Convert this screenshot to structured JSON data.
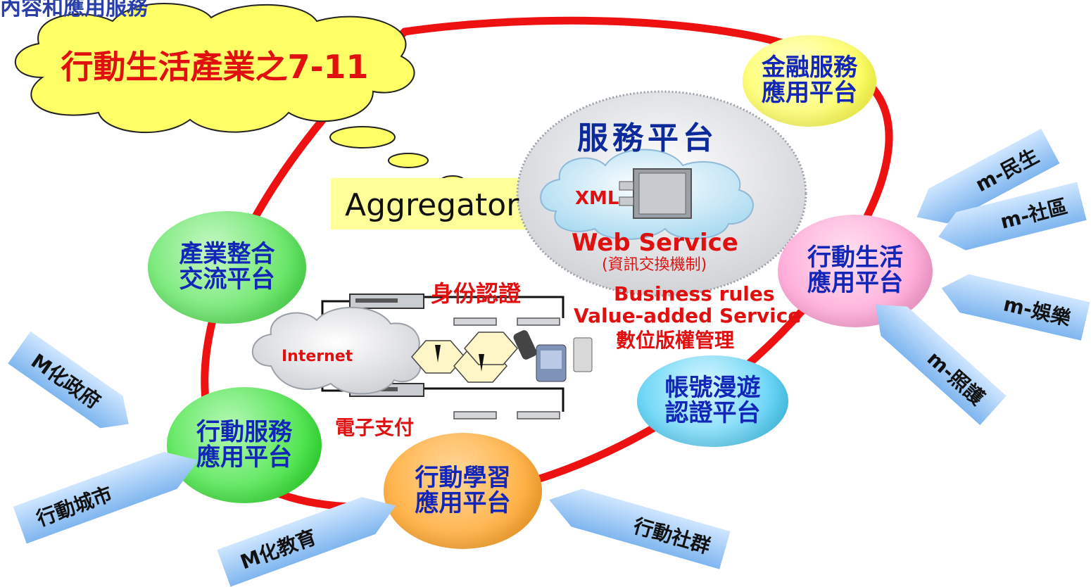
{
  "top_title": "內容和應用服務",
  "cloud_title": "行動生活產業之7-11",
  "aggregator": "Aggregator",
  "service_platform": {
    "title": "服務平台",
    "xml": "XML",
    "web_service": "Web Service",
    "web_service_sub": "(資訊交換機制)"
  },
  "center_labels": {
    "identity": "身份認證",
    "business_rules": "Business rules",
    "value_added": "Value-added Service",
    "drm": "數位版權管理",
    "internet": "Internet",
    "payment": "電子支付"
  },
  "nodes": {
    "finance": [
      "金融服務",
      "應用平台"
    ],
    "industry": [
      "產業整合",
      "交流平台"
    ],
    "life": [
      "行動生活",
      "應用平台"
    ],
    "roaming": [
      "帳號漫遊",
      "認證平台"
    ],
    "service": [
      "行動服務",
      "應用平台"
    ],
    "learning": [
      "行動學習",
      "應用平台"
    ]
  },
  "arrows": {
    "m_minsheng": "m-民生",
    "m_community": "m-社區",
    "m_entertainment": "m-娛樂",
    "m_care": "m-照護",
    "m_government": "M化政府",
    "mobile_city": "行動城市",
    "m_education": "M化教育",
    "mobile_community": "行動社群"
  },
  "colors": {
    "ring": "#ee1111",
    "node_text": "#1226b8",
    "label_red": "#e01010",
    "cloud_fill": "#ffff66",
    "arrow_fill": "#9cc8f4"
  }
}
